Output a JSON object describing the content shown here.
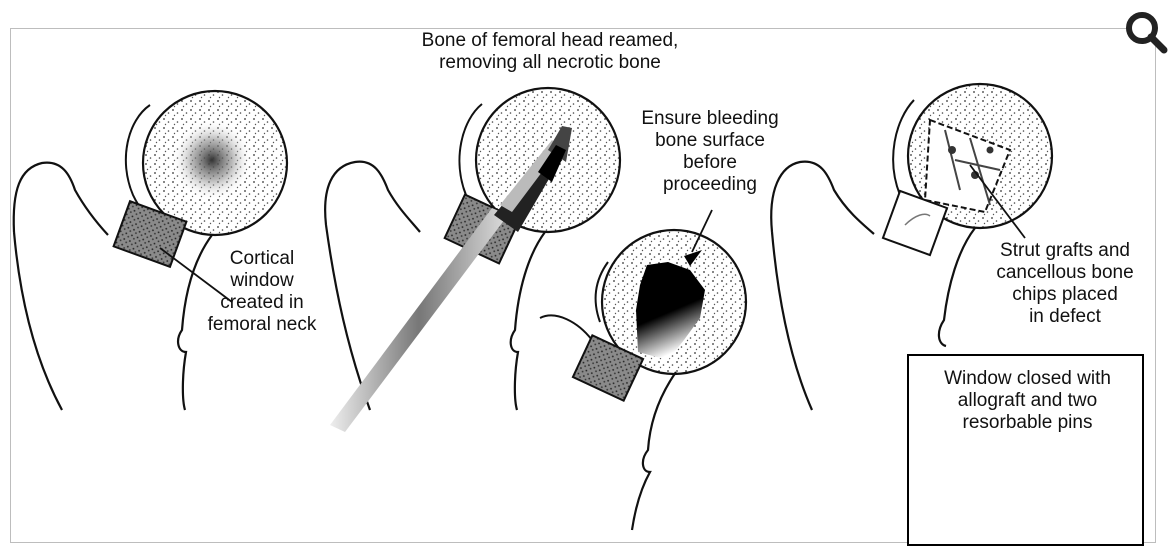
{
  "labels": {
    "reamed": "Bone of femoral head reamed,\nremoving all necrotic bone",
    "bleeding": "Ensure bleeding\nbone surface\nbefore\nproceeding",
    "cortical": "Cortical\nwindow\ncreated in\nfemoral neck",
    "strut": "Strut grafts and\ncancellous bone\nchips placed\nin defect",
    "window_closed": "Window closed with\nallograft and two\nresorbable pins"
  },
  "icons": {
    "zoom": "magnifier-icon"
  },
  "colors": {
    "ink": "#111111",
    "stipple": "#9a9a9a",
    "frame": "#bdbdbd"
  }
}
